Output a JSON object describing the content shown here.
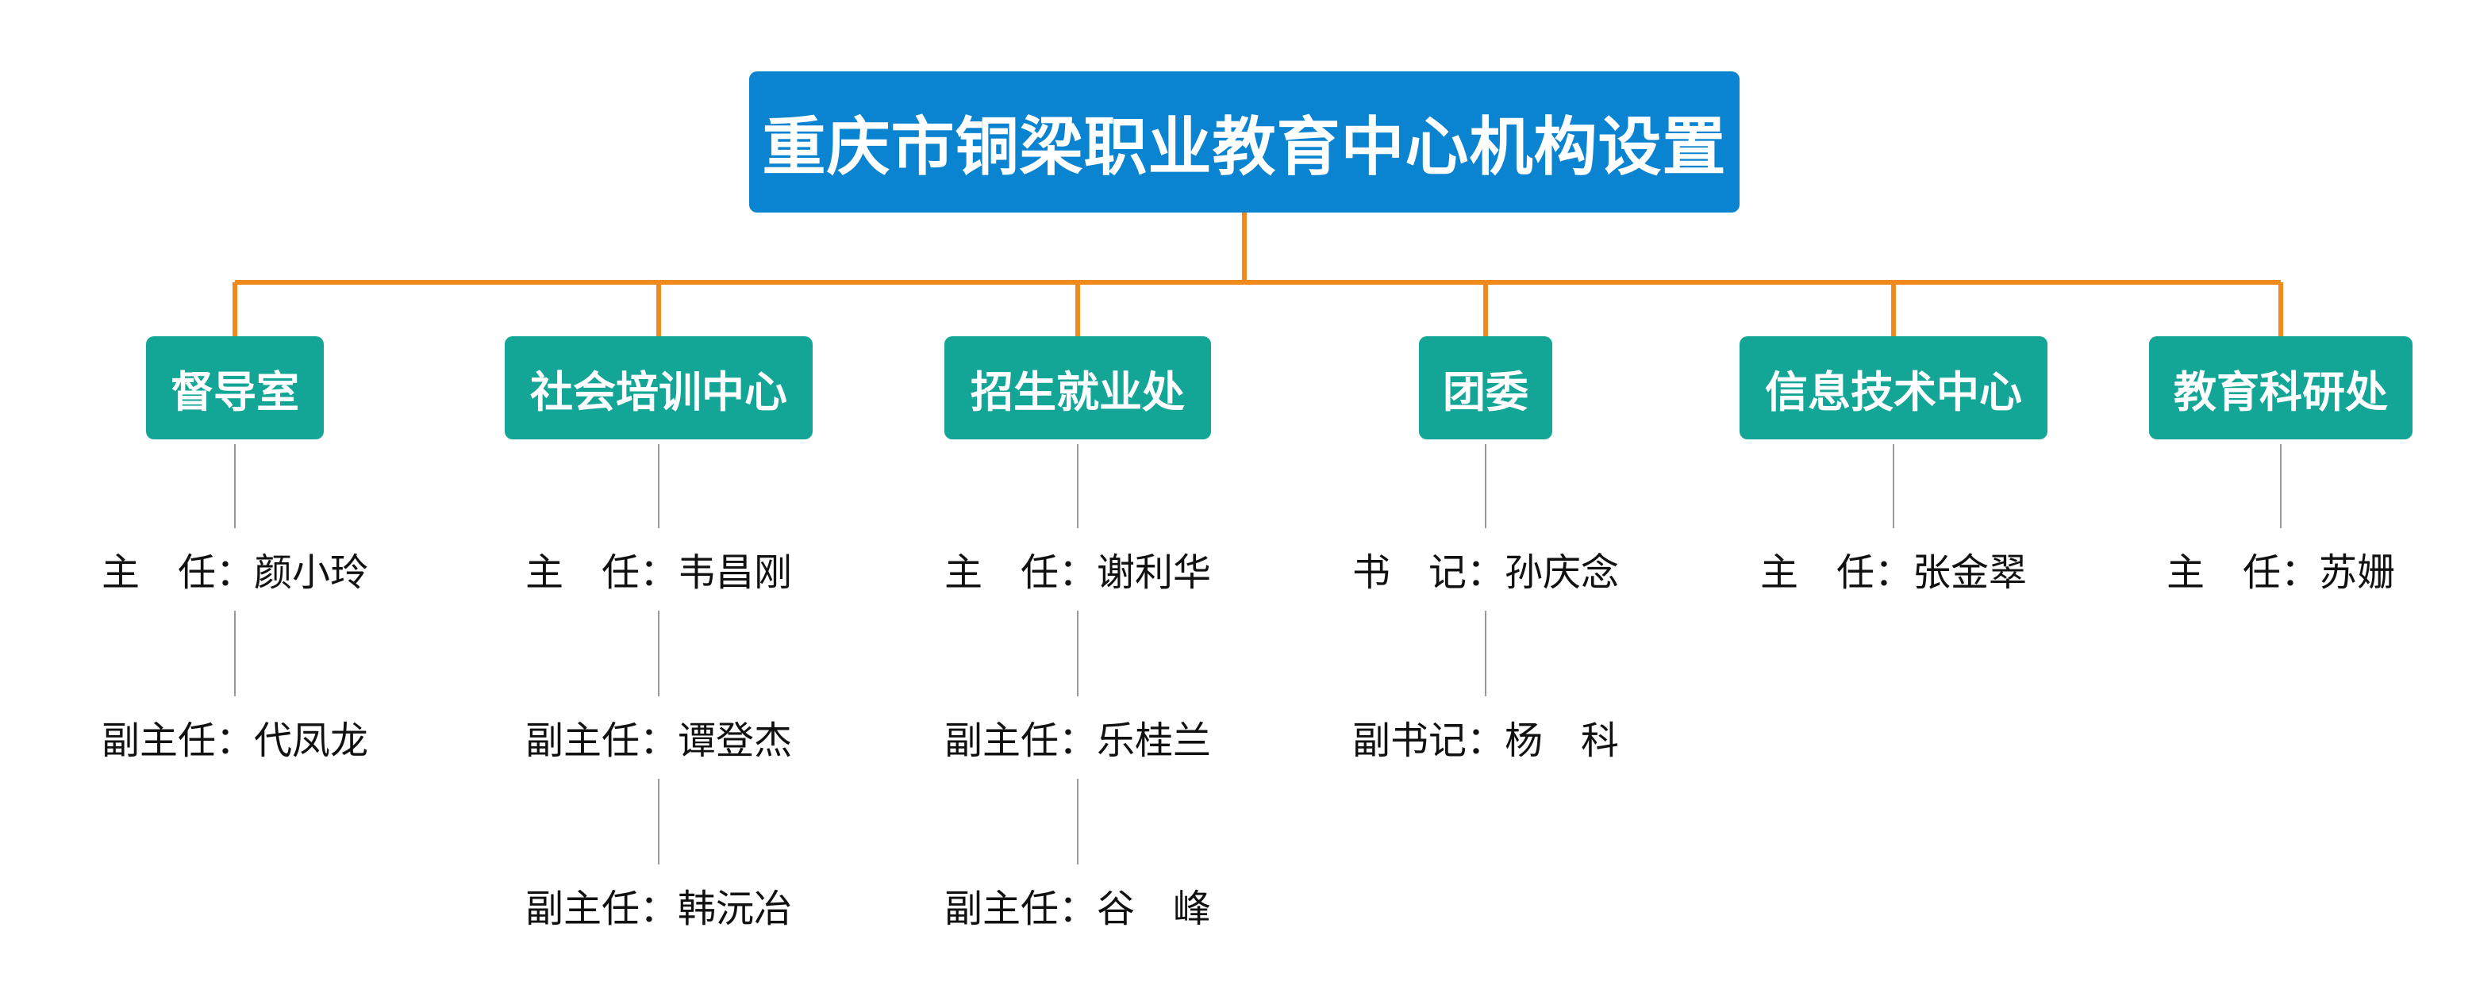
{
  "root": {
    "title": "重庆市铜梁职业教育中心机构设置"
  },
  "colors": {
    "root_fill": "#0a84d0",
    "dept_fill": "#13a596",
    "connector": "#f08a1c",
    "staff_line": "#999999"
  },
  "departments": [
    {
      "name": "督导室",
      "staff": [
        {
          "role": "主　任：",
          "name": "颜小玲"
        },
        {
          "role": "副主任：",
          "name": " 代凤龙"
        }
      ]
    },
    {
      "name": "社会培训中心",
      "staff": [
        {
          "role": "主　任：",
          "name": "韦昌刚"
        },
        {
          "role": "副主任：",
          "name": " 谭登杰"
        },
        {
          "role": "副主任：",
          "name": "韩沅冶"
        }
      ]
    },
    {
      "name": "招生就业处",
      "staff": [
        {
          "role": "主　任：",
          "name": "谢利华"
        },
        {
          "role": "副主任：",
          "name": "乐桂兰"
        },
        {
          "role": "副主任：",
          "name": "谷　峰"
        }
      ]
    },
    {
      "name": "团委",
      "staff": [
        {
          "role": "书　记：",
          "name": "孙庆念"
        },
        {
          "role": "副书记：",
          "name": "杨　科"
        }
      ]
    },
    {
      "name": "信息技术中心",
      "staff": [
        {
          "role": "主　任：",
          "name": "张金翠"
        }
      ]
    },
    {
      "name": "教育科研处",
      "staff": [
        {
          "role": "主　任：",
          "name": "苏姗"
        }
      ]
    }
  ]
}
